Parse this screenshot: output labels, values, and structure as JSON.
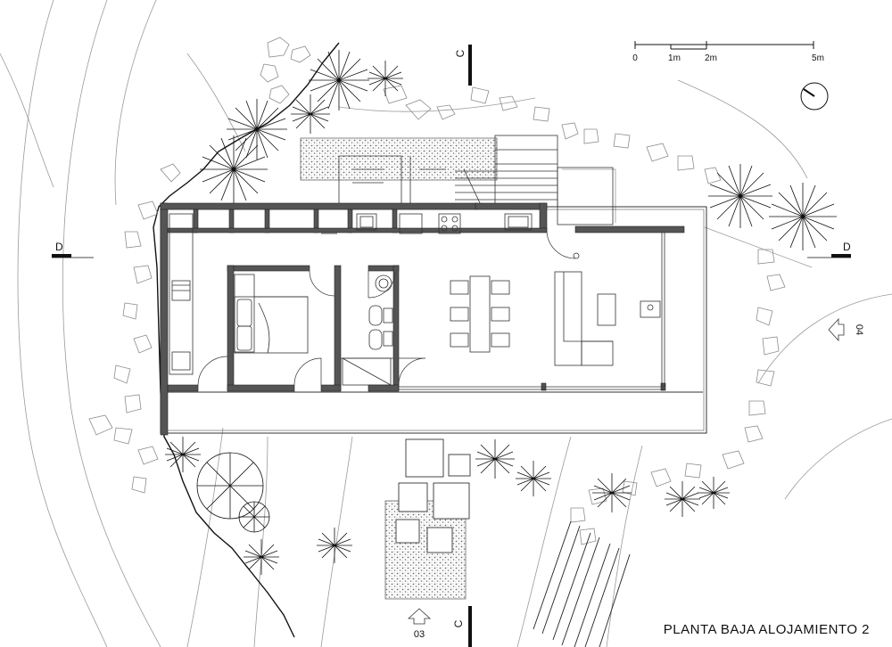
{
  "title": "PLANTA BAJA ALOJAMIENTO 2",
  "scale_bar": {
    "ticks": [
      "0",
      "1m",
      "2m",
      "5m"
    ]
  },
  "section_marks": {
    "c_top": "C",
    "c_bottom": "C",
    "d_left": "D",
    "d_right": "D"
  },
  "view_marks": {
    "view_03": "03",
    "view_04": "04"
  },
  "colors": {
    "ink": "#111111",
    "wall": "#555555",
    "terrain_line": "#9a9a9a",
    "paper": "#ffffff"
  },
  "icons": [
    "north-arrow-icon",
    "tree-icon",
    "section-marker-icon",
    "view-arrow-icon"
  ]
}
